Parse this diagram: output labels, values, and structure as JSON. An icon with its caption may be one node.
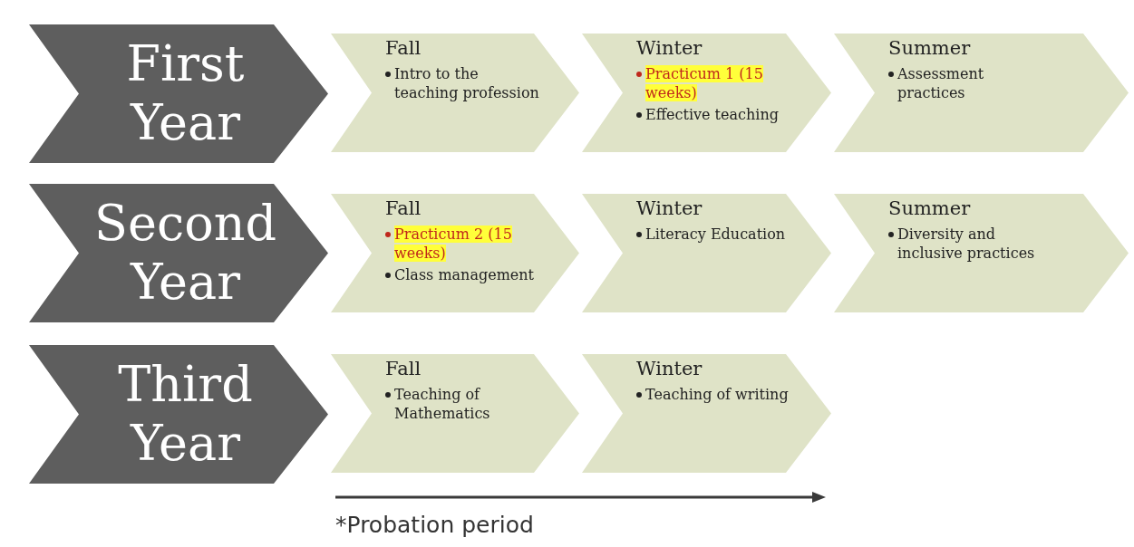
{
  "diagram": {
    "nodes": [
      {
        "text": [
          "First Year"
        ]
      },
      {
        "text": [
          "Fall",
          "Intro to the teaching profession"
        ]
      },
      {
        "text": [
          "Winter",
          "Practicum 1 (15 weeks)",
          "Effective teaching"
        ]
      },
      {
        "text": [
          "Summer",
          "Assessment practices"
        ]
      },
      {
        "text": [
          "Second Year"
        ]
      },
      {
        "text": [
          "Fall",
          "Practicum 2 (15 weeks)",
          "Class management"
        ]
      },
      {
        "text": [
          "Winter",
          "Literacy Education"
        ]
      },
      {
        "text": [
          "Summer",
          "Diversity and inclusive practices"
        ]
      },
      {
        "text": [
          "Third Year"
        ]
      },
      {
        "text": [
          "Fall",
          "Teaching of Mathematics"
        ]
      },
      {
        "text": [
          "Winter",
          "Teaching of writing"
        ]
      }
    ],
    "labels": [
      "*Probation period"
    ]
  }
}
